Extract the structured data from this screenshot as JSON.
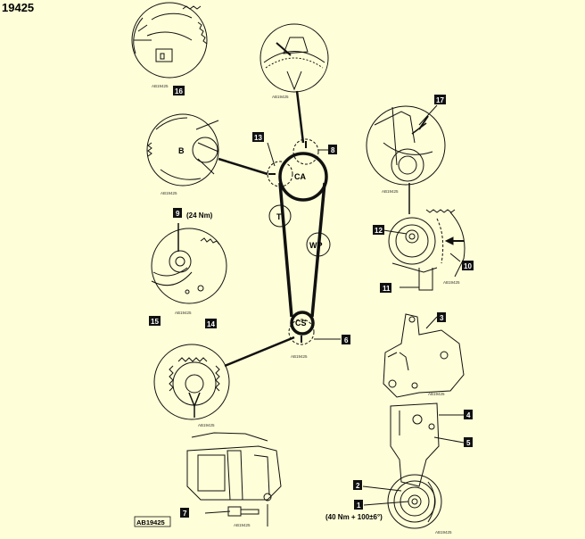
{
  "header": {
    "title": "19425"
  },
  "pulleys": {
    "ca": "CA",
    "t": "T",
    "wp": "WP",
    "cs": "CS"
  },
  "labels": {
    "l1": "1",
    "l2": "2",
    "l3": "3",
    "l4": "4",
    "l5": "5",
    "l6": "6",
    "l7": "7",
    "l8": "8",
    "l9": "9",
    "l10": "10",
    "l11": "11",
    "l12": "12",
    "l13": "13",
    "l14": "14",
    "l15": "15",
    "l16": "16",
    "l17": "17"
  },
  "annotations": {
    "torque_tensioner": "(24 Nm)",
    "torque_crank": "(40 Nm + 100±6°)",
    "mark_b": "B",
    "ref_code": "AB19425"
  },
  "colors": {
    "background": "#fefed8",
    "line": "#111111",
    "label_bg": "#111111",
    "label_text": "#ffffff"
  }
}
